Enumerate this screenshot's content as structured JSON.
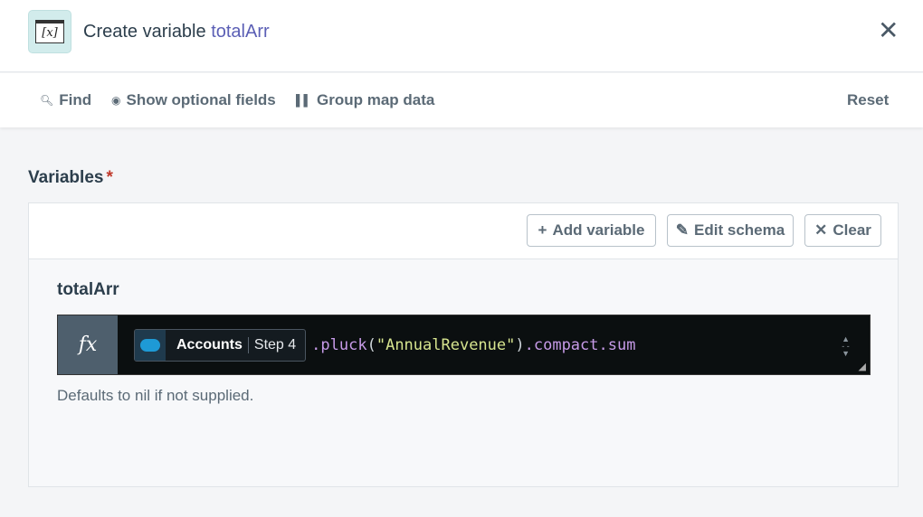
{
  "header": {
    "title_prefix": "Create variable",
    "title_var": "totalArr",
    "icon": "variable-icon",
    "icon_text": "[x]",
    "close_icon": "close-icon"
  },
  "toolbar": {
    "find": "Find",
    "show_optional": "Show optional fields",
    "group_map": "Group map data",
    "reset": "Reset"
  },
  "section": {
    "label": "Variables",
    "required_mark": "*"
  },
  "panel": {
    "add_variable": "Add variable",
    "edit_schema": "Edit schema",
    "clear": "Clear"
  },
  "field": {
    "label": "totalArr",
    "fx": "fx",
    "pill_app": "Accounts",
    "pill_step": "Step 4",
    "expr": {
      "method1": ".pluck",
      "open": "(",
      "string": "\"AnnualRevenue\"",
      "close": ")",
      "method2": ".compact.sum"
    },
    "hint": "Defaults to nil if not supplied."
  },
  "colors": {
    "accent": "#5b5fb5",
    "required": "#c0392b",
    "editor_bg": "#0b0f10",
    "salesforce": "#1e9ad6"
  }
}
